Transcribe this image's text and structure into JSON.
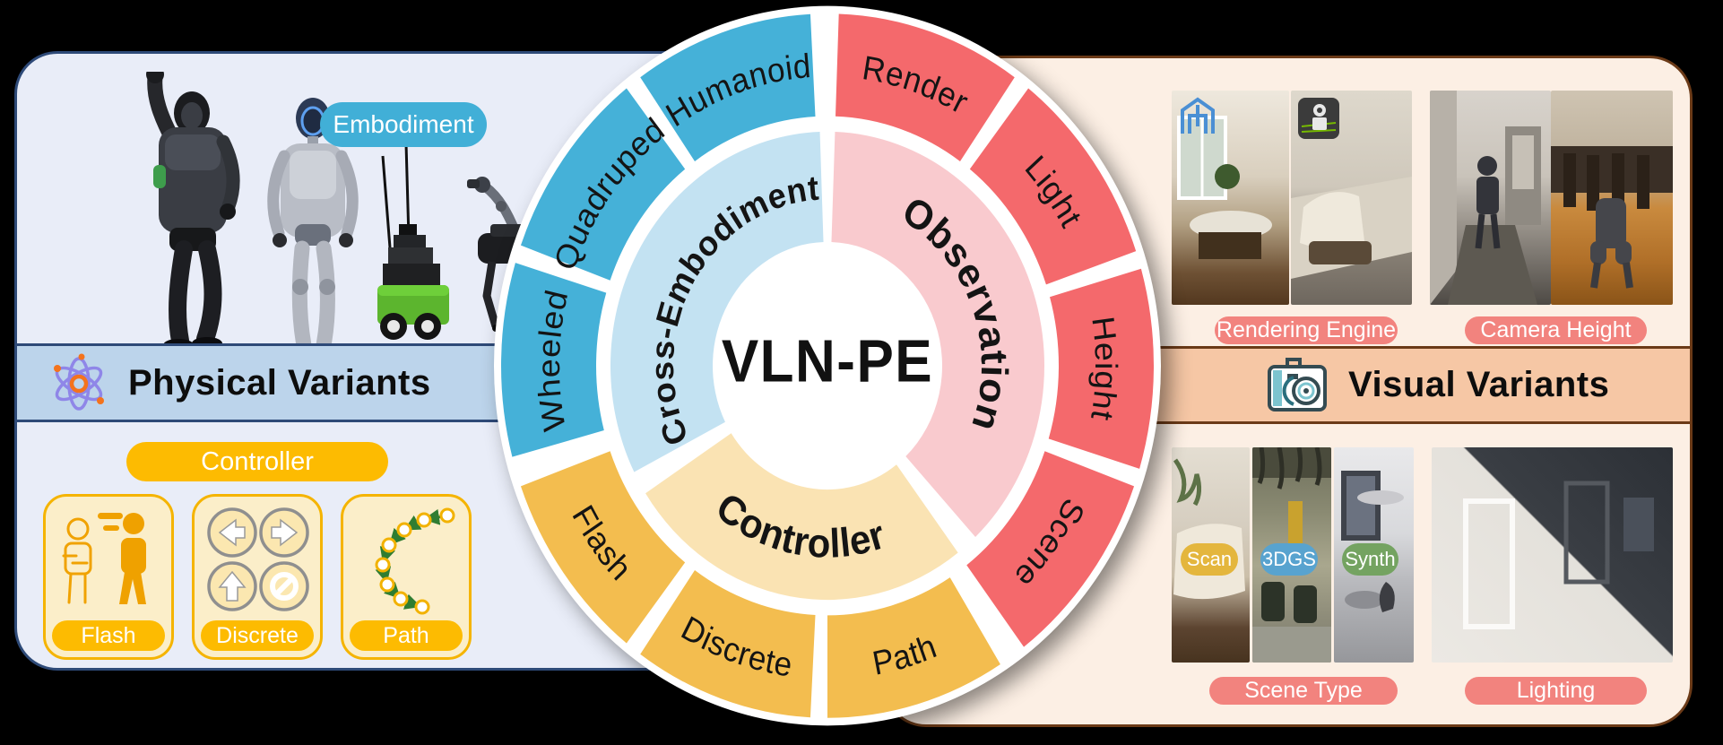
{
  "figure_title": "VLN-PE",
  "colors": {
    "navy": "#2E4A78",
    "panel_blue_bg": "#E9EDF8",
    "band_blue": "#BCD4EB",
    "embod_blue": "#41AFD7",
    "gold": "#FDBB01",
    "card_bg": "#FBEEC9",
    "card_border": "#F5B400",
    "panel_peach_bg": "#FCEFE4",
    "band_peach": "#F6C7A5",
    "brown": "#6B3A17",
    "red_pill": "#F2837E",
    "outer_blue": "#45B1D8",
    "outer_red": "#F4696C",
    "outer_yellow": "#F3BD4F",
    "inner_blue": "#C3E2F2",
    "inner_pink": "#F9CACE",
    "inner_cream": "#FAE3B3"
  },
  "left_panel": {
    "embodiment_badge": "Embodiment",
    "header": "Physical Variants",
    "controller_badge": "Controller",
    "cards": [
      {
        "label": "Flash",
        "icon": "running-person-icon"
      },
      {
        "label": "Discrete",
        "icon": "arrow-pad-icon"
      },
      {
        "label": "Path",
        "icon": "waypoint-path-icon"
      }
    ]
  },
  "wheel": {
    "center_label": "VLN-PE",
    "inner_segments": [
      {
        "label": "Observation",
        "color": "#F9CACE"
      },
      {
        "label": "Controller",
        "color": "#FAE3B3"
      },
      {
        "label": "Cross-Embodiment",
        "color": "#C3E2F2"
      }
    ],
    "outer_segments": [
      {
        "label": "Render",
        "color": "#F4696C"
      },
      {
        "label": "Light",
        "color": "#F4696C"
      },
      {
        "label": "Height",
        "color": "#F4696C"
      },
      {
        "label": "Scene",
        "color": "#F4696C"
      },
      {
        "label": "Path",
        "color": "#F3BD4F"
      },
      {
        "label": "Discrete",
        "color": "#F3BD4F"
      },
      {
        "label": "Flash",
        "color": "#F3BD4F"
      },
      {
        "label": "Wheeled",
        "color": "#45B1D8"
      },
      {
        "label": "Quadruped",
        "color": "#45B1D8"
      },
      {
        "label": "Humanoid",
        "color": "#45B1D8"
      }
    ]
  },
  "right_panel": {
    "header": "Visual Variants",
    "top_items": [
      {
        "label": "Rendering Engine"
      },
      {
        "label": "Camera Height"
      }
    ],
    "bottom_items": [
      {
        "label": "Scene Type",
        "badges": [
          {
            "label": "Scan",
            "color": "#E4B63D"
          },
          {
            "label": "3DGS",
            "color": "#58A3CF"
          },
          {
            "label": "Synth",
            "color": "#74A361"
          }
        ]
      },
      {
        "label": "Lighting"
      }
    ]
  }
}
